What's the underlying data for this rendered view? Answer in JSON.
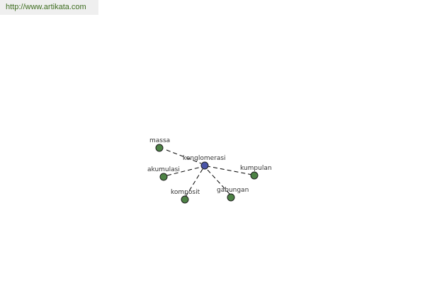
{
  "header": {
    "url_text": "http://www.artikata.com"
  },
  "colors": {
    "center_node": "#4a55a8",
    "leaf_node": "#4d8245",
    "node_stroke": "#1e1e1e",
    "edge": "#000000",
    "url_bar_bg": "#efefef",
    "url_text": "#3d6d1f"
  },
  "graph": {
    "center": {
      "label": "konglomerasi"
    },
    "nodes": [
      {
        "id": "massa",
        "label": "massa"
      },
      {
        "id": "akumulasi",
        "label": "akumulasi"
      },
      {
        "id": "komposit",
        "label": "komposit"
      },
      {
        "id": "gabungan",
        "label": "gabungan"
      },
      {
        "id": "kumpulan",
        "label": "kumpulan"
      }
    ]
  }
}
